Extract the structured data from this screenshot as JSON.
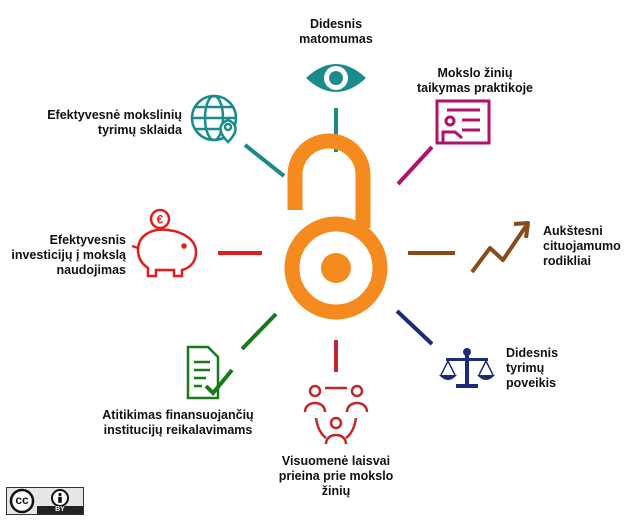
{
  "labels": {
    "visibility": "Didesnis\nmatomumas",
    "practice": "Mokslo žinių\ntaikymas praktikoje",
    "dissemination": "Efektyvesnė mokslinių\ntyrimų sklaida",
    "citation": "Aukštesni\ncituojamumo\nrodikliai",
    "investment": "Efektyvesnis\ninvesticijų į mokslą\nnaudojimas",
    "impact": "Didesnis\ntyrimų\npoveikis",
    "compliance": "Atitikimas finansuojančių\ninstitucijų reikalavimams",
    "public": "Visuomenė laisvai\nprieina prie mokslo\nžinių"
  },
  "license": {
    "cc": "cc",
    "by": "BY"
  },
  "colors": {
    "orange": "#f58a1f",
    "teal": "#1a8a8a",
    "magenta": "#b0126b",
    "brown": "#8a4a1a",
    "red": "#e01e1e",
    "navy": "#1c2a78",
    "green": "#1a7a1a",
    "crimson": "#c0262a"
  }
}
